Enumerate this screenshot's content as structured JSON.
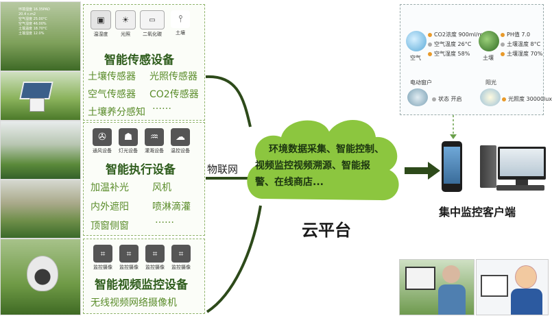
{
  "sensor_section": {
    "photo_readings": [
      "环境湿度",
      "16.35PAD",
      "20.4 c.m2",
      "空气湿度",
      "25.00°C",
      "空气湿度",
      "46.00%",
      "土壤温度",
      "18.70°C",
      "土壤湿度",
      "12.0%"
    ],
    "devices": [
      "温湿度",
      "光照",
      "二氧化碳",
      "土壤"
    ],
    "title": "智能传感设备",
    "items": [
      "土壤传感器",
      "光照传感器",
      "空气传感器",
      "CO2传感器",
      "土壤养分感知",
      "……"
    ]
  },
  "actuator_section": {
    "devices": [
      "通风设备",
      "灯光设备",
      "灌溉设备",
      "温控设备"
    ],
    "title": "智能执行设备",
    "items": [
      "加温补光",
      "风机",
      "内外遮阳",
      "喷淋滴灌",
      "顶窗侧窗",
      "……"
    ]
  },
  "video_section": {
    "devices": [
      "监控摄像",
      "监控摄像",
      "监控摄像",
      "监控摄像"
    ],
    "title": "智能视频监控设备",
    "items": [
      "无线视频网络摄像机"
    ]
  },
  "connector_label": "物联网",
  "cloud": {
    "text": [
      "环境数据采集、智能控制、",
      "视频监控视频溯源、智能报",
      "警、在线商店..."
    ],
    "caption": "云平台",
    "fill": "#8cc63f"
  },
  "monitor_panel": {
    "air": {
      "label": "空气",
      "readings": [
        "CO2浓度 900ml/m³",
        "空气温度 26°C",
        "空气湿度 58%"
      ]
    },
    "soil": {
      "label": "土壤",
      "readings": [
        "PH值 7.0",
        "土壤温度 8°C",
        "土壤湿度 70%"
      ]
    },
    "motor": {
      "label": "电动窗户",
      "status": "状态 开启"
    },
    "light": {
      "label": "阳光",
      "reading": "光照度 30000lux"
    }
  },
  "client_label": "集中监控客户端",
  "colors": {
    "accent_green": "#8cc63f",
    "dark_green": "#2f5d1d",
    "text_green": "#5a8c2a",
    "arrow": "#2d4a1a"
  }
}
